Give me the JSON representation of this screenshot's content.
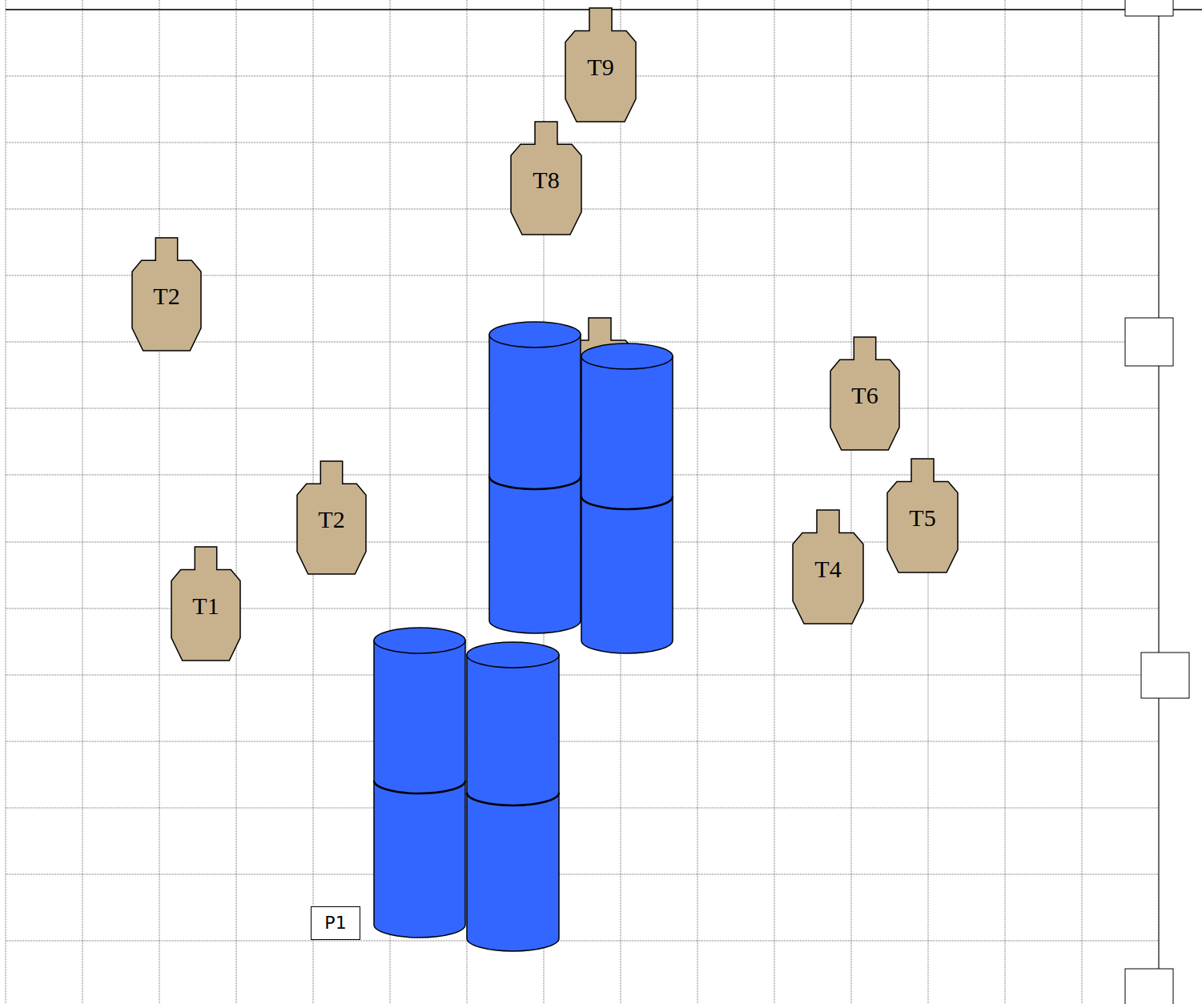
{
  "diagram": {
    "nodes": [
      {
        "text": [
          "T9"
        ]
      },
      {
        "text": [
          "T8"
        ]
      },
      {
        "text": [
          "T2"
        ]
      },
      {
        "text": [
          "T6"
        ]
      },
      {
        "text": [
          "T2"
        ]
      },
      {
        "text": [
          "T5"
        ]
      },
      {
        "text": [
          "T4"
        ]
      },
      {
        "text": [
          "T1"
        ]
      },
      {
        "text": [
          "P1"
        ]
      }
    ]
  }
}
